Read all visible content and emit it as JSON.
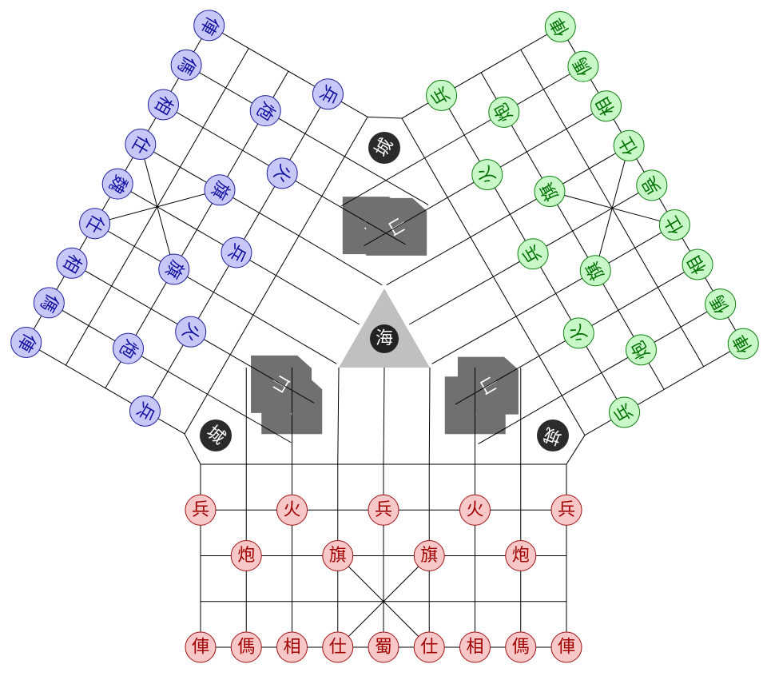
{
  "board": {
    "center_label": "海",
    "colors": {
      "line": "#000000",
      "sea": "#c0c0c0",
      "river": "#707070",
      "castle": "#2b2b2b"
    }
  },
  "players": [
    {
      "id": "red",
      "fill": "#f8c8c8",
      "stroke": "#a01010",
      "text": "#a00000",
      "back": [
        "俥",
        "傌",
        "相",
        "仕",
        "蜀",
        "仕",
        "相",
        "傌",
        "俥"
      ],
      "flags": [
        "炮",
        "旗",
        "旗",
        "炮"
      ],
      "front": [
        "兵",
        "火",
        "兵",
        "火",
        "兵"
      ],
      "castle_label": "城",
      "river_label": "山"
    },
    {
      "id": "blue",
      "fill": "#c8c8f8",
      "stroke": "#2020a0",
      "text": "#1010a0",
      "back": [
        "俥",
        "傌",
        "相",
        "仕",
        "魏",
        "仕",
        "相",
        "傌",
        "俥"
      ],
      "flags": [
        "炮",
        "旗",
        "旗",
        "炮"
      ],
      "front": [
        "兵",
        "火",
        "兵",
        "火",
        "兵"
      ],
      "castle_label": "城",
      "river_label": "山"
    },
    {
      "id": "green",
      "fill": "#c8f8c8",
      "stroke": "#108010",
      "text": "#007000",
      "back": [
        "俥",
        "傌",
        "相",
        "仕",
        "吳",
        "仕",
        "相",
        "傌",
        "俥"
      ],
      "flags": [
        "炮",
        "旗",
        "旗",
        "炮"
      ],
      "front": [
        "兵",
        "火",
        "兵",
        "火",
        "兵"
      ],
      "castle_label": "城",
      "river_label": "山"
    }
  ]
}
